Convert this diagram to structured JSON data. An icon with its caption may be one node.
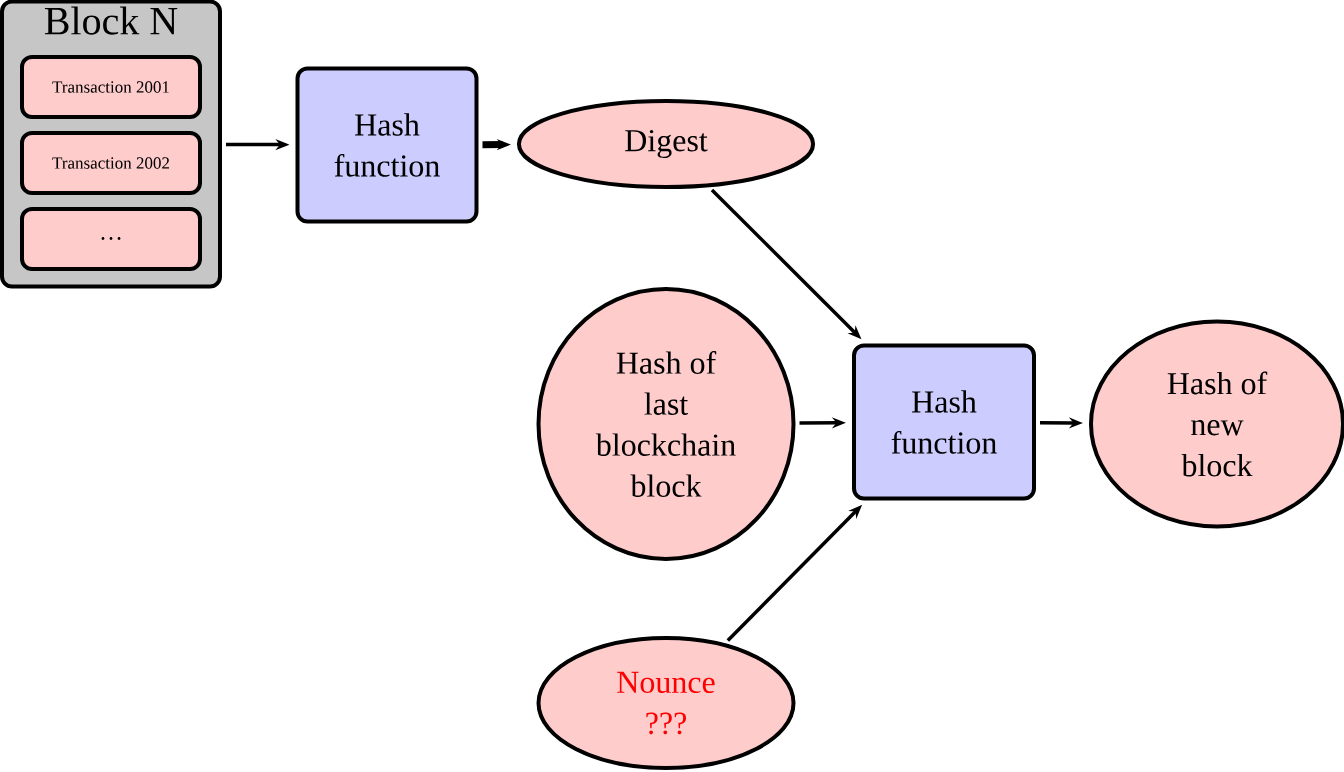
{
  "diagram": {
    "nodes": [
      {
        "text": [
          "Block N"
        ]
      },
      {
        "text": [
          "Transaction 2001"
        ],
        "in": 0
      },
      {
        "text": [
          "Transaction 2002"
        ],
        "in": 0
      },
      {
        "text": [
          "…"
        ],
        "in": 0
      },
      {
        "text": [
          "Hash function"
        ]
      },
      {
        "text": [
          "Digest"
        ]
      },
      {
        "text": [
          "Hash of last blockchain block"
        ]
      },
      {
        "text": [
          "Hash function"
        ]
      },
      {
        "text": [
          "Hash of new block"
        ]
      },
      {
        "text": [
          "Nounce ???"
        ]
      }
    ],
    "edges": [
      {
        "from": 0,
        "to": 4,
        "arrow": "to"
      },
      {
        "from": 4,
        "to": 5,
        "arrow": "to",
        "style": "thick"
      },
      {
        "from": 5,
        "to": 7,
        "arrow": "to"
      },
      {
        "from": 6,
        "to": 7,
        "arrow": "to"
      },
      {
        "from": 7,
        "to": 8,
        "arrow": "to"
      },
      {
        "from": 9,
        "to": 7,
        "arrow": "to"
      }
    ]
  }
}
